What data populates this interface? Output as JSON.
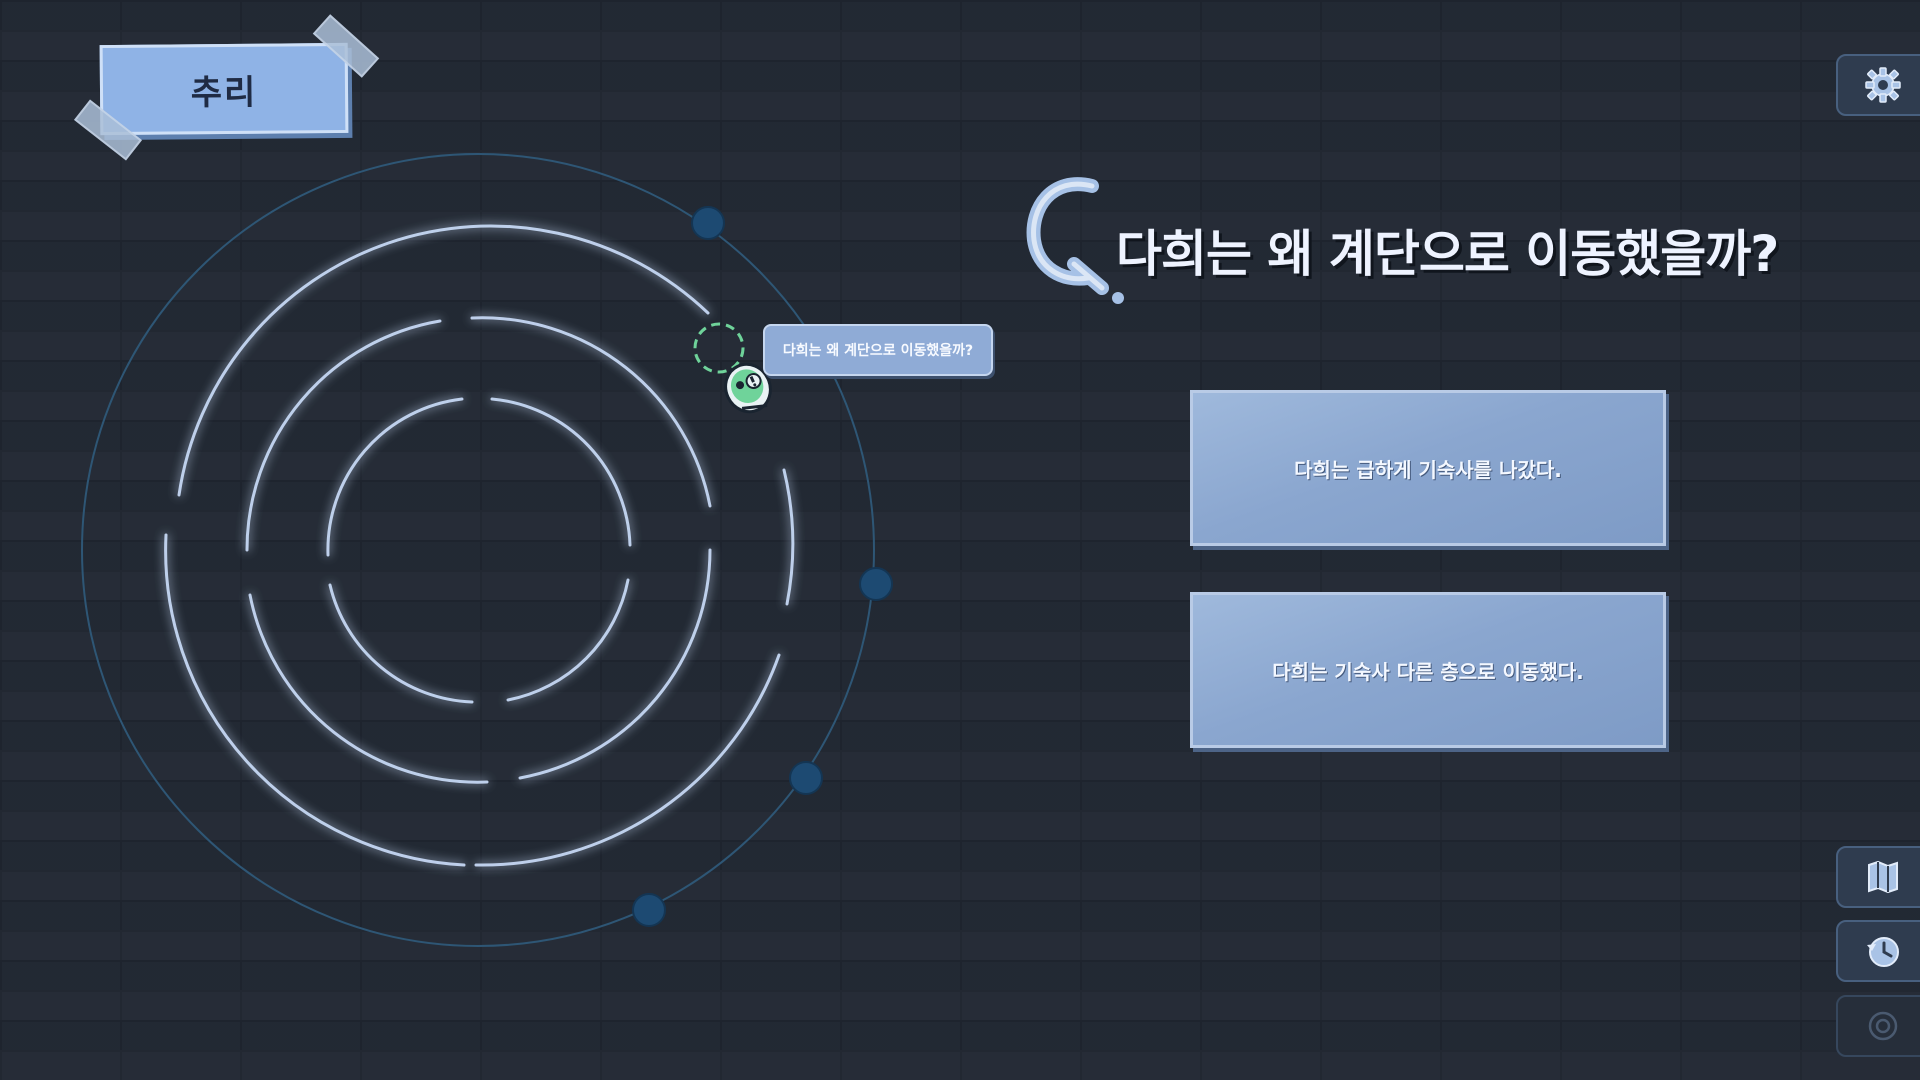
{
  "mode_tag": {
    "label": "추리"
  },
  "question": {
    "text": "다희는 왜 계단으로 이동했을까?"
  },
  "bubble": {
    "text": "다희는 왜 계단으로 이동했을까?"
  },
  "answers": [
    {
      "text": "다희는 급하게 기숙사를 나갔다."
    },
    {
      "text": "다희는 기숙사 다른 층으로 이동했다."
    }
  ],
  "side_buttons": [
    {
      "icon": "gear-icon"
    },
    {
      "icon": "map-icon"
    },
    {
      "icon": "clock-icon"
    },
    {
      "icon": "eye-icon"
    }
  ],
  "colors": {
    "accent": "#8fb3e6",
    "background": "#232a35",
    "maze_line": "#cfe2ff",
    "node": "#1d4a72",
    "character": "#6fd39a"
  }
}
